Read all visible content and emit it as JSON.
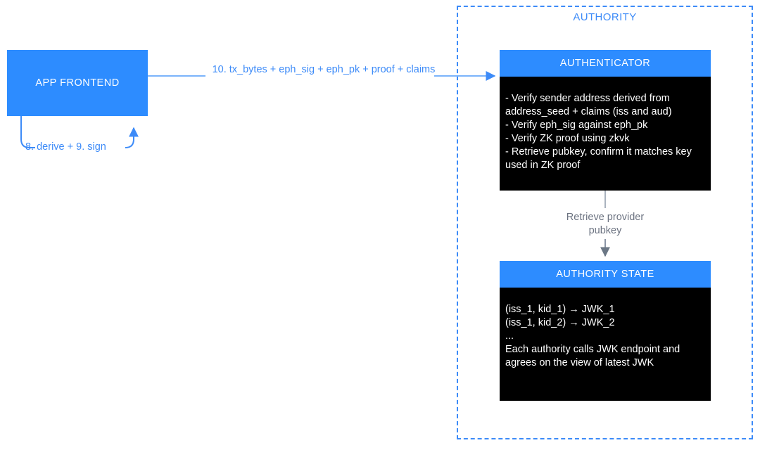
{
  "diagram": {
    "group": {
      "title": "AUTHORITY",
      "border_color": "#3d8bf8",
      "style": "dashed"
    },
    "nodes": {
      "app_frontend": {
        "title": "APP FRONTEND",
        "fill": "#2d8cff",
        "text_color": "#ffffff"
      },
      "authenticator": {
        "title": "AUTHENTICATOR",
        "header_fill": "#2d8cff",
        "body_fill": "#000000",
        "body": "- Verify sender address derived from address_seed + claims (iss and aud)\n- Verify eph_sig against eph_pk\n- Verify ZK proof using zkvk\n- Retrieve pubkey, confirm it matches key used in ZK proof"
      },
      "authority_state": {
        "title": "AUTHORITY STATE",
        "header_fill": "#2d8cff",
        "body_fill": "#000000",
        "body": "(iss_1, kid_1) → JWK_1\n(iss_1, kid_2) → JWK_2\n...\nEach authority calls JWK endpoint and agrees on the view of latest JWK"
      }
    },
    "edges": {
      "frontend_to_authenticator": {
        "label": "10. tx_bytes + eph_sig + eph_pk + proof + claims",
        "color": "#3d8bf8"
      },
      "frontend_self_loop": {
        "label": "8. derive + 9. sign",
        "color": "#3d8bf8"
      },
      "authenticator_to_state": {
        "label": "Retrieve provider pubkey",
        "color": "#8b95a5",
        "text_color": "#6b7280"
      }
    }
  }
}
